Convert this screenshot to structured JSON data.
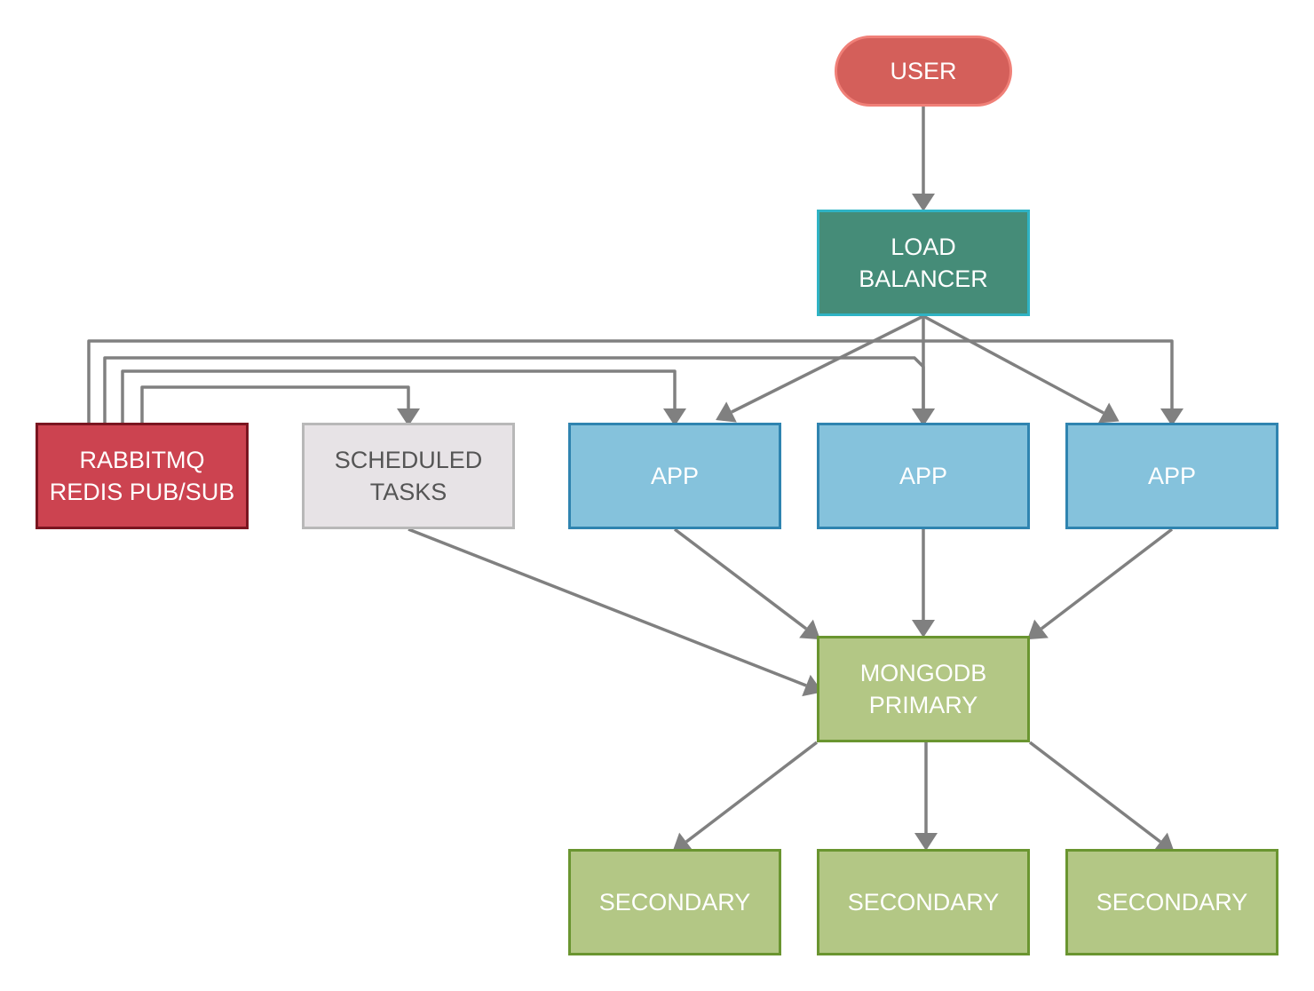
{
  "diagram": {
    "nodes": {
      "user": {
        "lines": [
          "USER"
        ],
        "fill": "#d45f5a",
        "stroke": "#f08078",
        "text_color": "#ffffff"
      },
      "load_balancer": {
        "lines": [
          "LOAD",
          "BALANCER"
        ],
        "fill": "#458c78",
        "stroke": "#2fb3c4",
        "text_color": "#ffffff"
      },
      "rabbitmq": {
        "lines": [
          "RABBITMQ",
          "REDIS PUB/SUB"
        ],
        "fill": "#cc4350",
        "stroke": "#7a1520",
        "text_color": "#ffffff"
      },
      "scheduled_tasks": {
        "lines": [
          "SCHEDULED",
          "TASKS"
        ],
        "fill": "#e7e3e6",
        "stroke": "#b8b8b8",
        "text_color": "#555555"
      },
      "app_1": {
        "lines": [
          "APP"
        ],
        "fill": "#85c2dc",
        "stroke": "#2f84b0",
        "text_color": "#ffffff"
      },
      "app_2": {
        "lines": [
          "APP"
        ],
        "fill": "#85c2dc",
        "stroke": "#2f84b0",
        "text_color": "#ffffff"
      },
      "app_3": {
        "lines": [
          "APP"
        ],
        "fill": "#85c2dc",
        "stroke": "#2f84b0",
        "text_color": "#ffffff"
      },
      "mongodb_primary": {
        "lines": [
          "MONGODB",
          "PRIMARY"
        ],
        "fill": "#b3c785",
        "stroke": "#6a9530",
        "text_color": "#ffffff"
      },
      "secondary_1": {
        "lines": [
          "SECONDARY"
        ],
        "fill": "#b3c785",
        "stroke": "#6a9530",
        "text_color": "#ffffff"
      },
      "secondary_2": {
        "lines": [
          "SECONDARY"
        ],
        "fill": "#b3c785",
        "stroke": "#6a9530",
        "text_color": "#ffffff"
      },
      "secondary_3": {
        "lines": [
          "SECONDARY"
        ],
        "fill": "#b3c785",
        "stroke": "#6a9530",
        "text_color": "#ffffff"
      }
    },
    "edges": [
      {
        "from": "user",
        "to": "load_balancer"
      },
      {
        "from": "load_balancer",
        "to": "app_1"
      },
      {
        "from": "load_balancer",
        "to": "app_2"
      },
      {
        "from": "load_balancer",
        "to": "app_3"
      },
      {
        "from": "rabbitmq",
        "to": "app_3"
      },
      {
        "from": "rabbitmq",
        "to": "app_2"
      },
      {
        "from": "rabbitmq",
        "to": "app_1"
      },
      {
        "from": "rabbitmq",
        "to": "scheduled_tasks"
      },
      {
        "from": "scheduled_tasks",
        "to": "mongodb_primary"
      },
      {
        "from": "app_1",
        "to": "mongodb_primary"
      },
      {
        "from": "app_2",
        "to": "mongodb_primary"
      },
      {
        "from": "app_3",
        "to": "mongodb_primary"
      },
      {
        "from": "mongodb_primary",
        "to": "secondary_1"
      },
      {
        "from": "mongodb_primary",
        "to": "secondary_2"
      },
      {
        "from": "mongodb_primary",
        "to": "secondary_3"
      }
    ],
    "edge_color": "#808080"
  }
}
